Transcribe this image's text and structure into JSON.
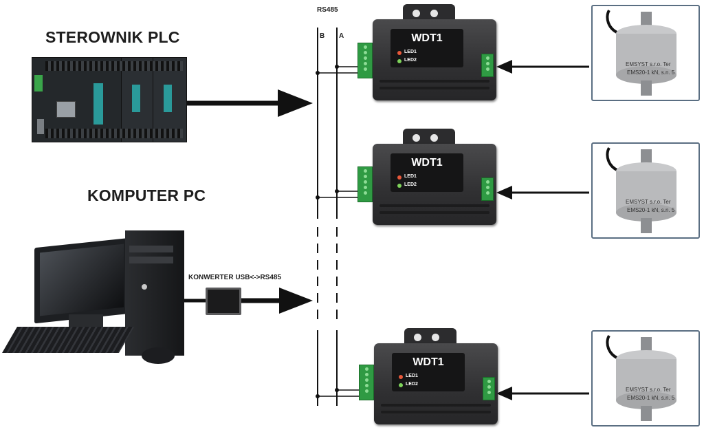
{
  "plc": {
    "title": "STEROWNIK PLC"
  },
  "pc": {
    "title": "KOMPUTER PC"
  },
  "converter": {
    "label": "KONWERTER USB<->RS485"
  },
  "bus": {
    "label": "RS485",
    "line_b": "B",
    "line_a": "A"
  },
  "modules": [
    {
      "name": "WDT1",
      "led1": "LED1",
      "led2": "LED2",
      "led1_color": "#e8583a",
      "led2_color": "#7ed35a"
    },
    {
      "name": "WDT1",
      "led1": "LED1",
      "led2": "LED2",
      "led1_color": "#e8583a",
      "led2_color": "#7ed35a"
    },
    {
      "name": "WDT1",
      "led1": "LED1",
      "led2": "LED2",
      "led1_color": "#e8583a",
      "led2_color": "#7ed35a"
    }
  ],
  "sensors": [
    {
      "label_line1": "EMSYST s.r.o. Ter",
      "label_line2": "EMS20-1 kN, s.n. 5"
    },
    {
      "label_line1": "EMSYST s.r.o. Ter",
      "label_line2": "EMS20-1 kN, s.n. 5"
    },
    {
      "label_line1": "EMSYST s.r.o. Ter",
      "label_line2": "EMS20-1 kN, s.n. 5"
    }
  ],
  "colors": {
    "frame": "#5a6e82",
    "terminal": "#2f9a43",
    "module_body": "#303032",
    "arrow": "#111111"
  }
}
